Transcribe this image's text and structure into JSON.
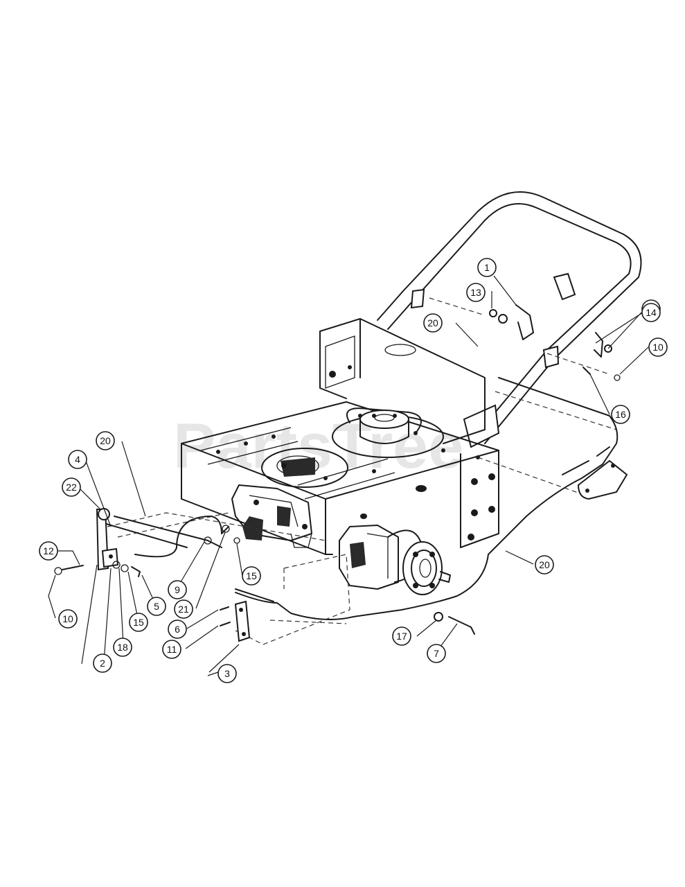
{
  "watermark": "PartsTree",
  "callouts": [
    {
      "id": "c1a",
      "label": "1"
    },
    {
      "id": "c1b",
      "label": "1"
    },
    {
      "id": "c13",
      "label": "13"
    },
    {
      "id": "c14",
      "label": "14"
    },
    {
      "id": "c20a",
      "label": "20"
    },
    {
      "id": "c10a",
      "label": "10"
    },
    {
      "id": "c16",
      "label": "16"
    },
    {
      "id": "c20b",
      "label": "20"
    },
    {
      "id": "c4",
      "label": "4"
    },
    {
      "id": "c22",
      "label": "22"
    },
    {
      "id": "c12",
      "label": "12"
    },
    {
      "id": "c10b",
      "label": "10"
    },
    {
      "id": "c2",
      "label": "2"
    },
    {
      "id": "c18",
      "label": "18"
    },
    {
      "id": "c15a",
      "label": "15"
    },
    {
      "id": "c5",
      "label": "5"
    },
    {
      "id": "c9",
      "label": "9"
    },
    {
      "id": "c21",
      "label": "21"
    },
    {
      "id": "c15b",
      "label": "15"
    },
    {
      "id": "c6",
      "label": "6"
    },
    {
      "id": "c11",
      "label": "11"
    },
    {
      "id": "c3",
      "label": "3"
    },
    {
      "id": "c17",
      "label": "17"
    },
    {
      "id": "c7",
      "label": "7"
    },
    {
      "id": "c20c",
      "label": "20"
    }
  ]
}
